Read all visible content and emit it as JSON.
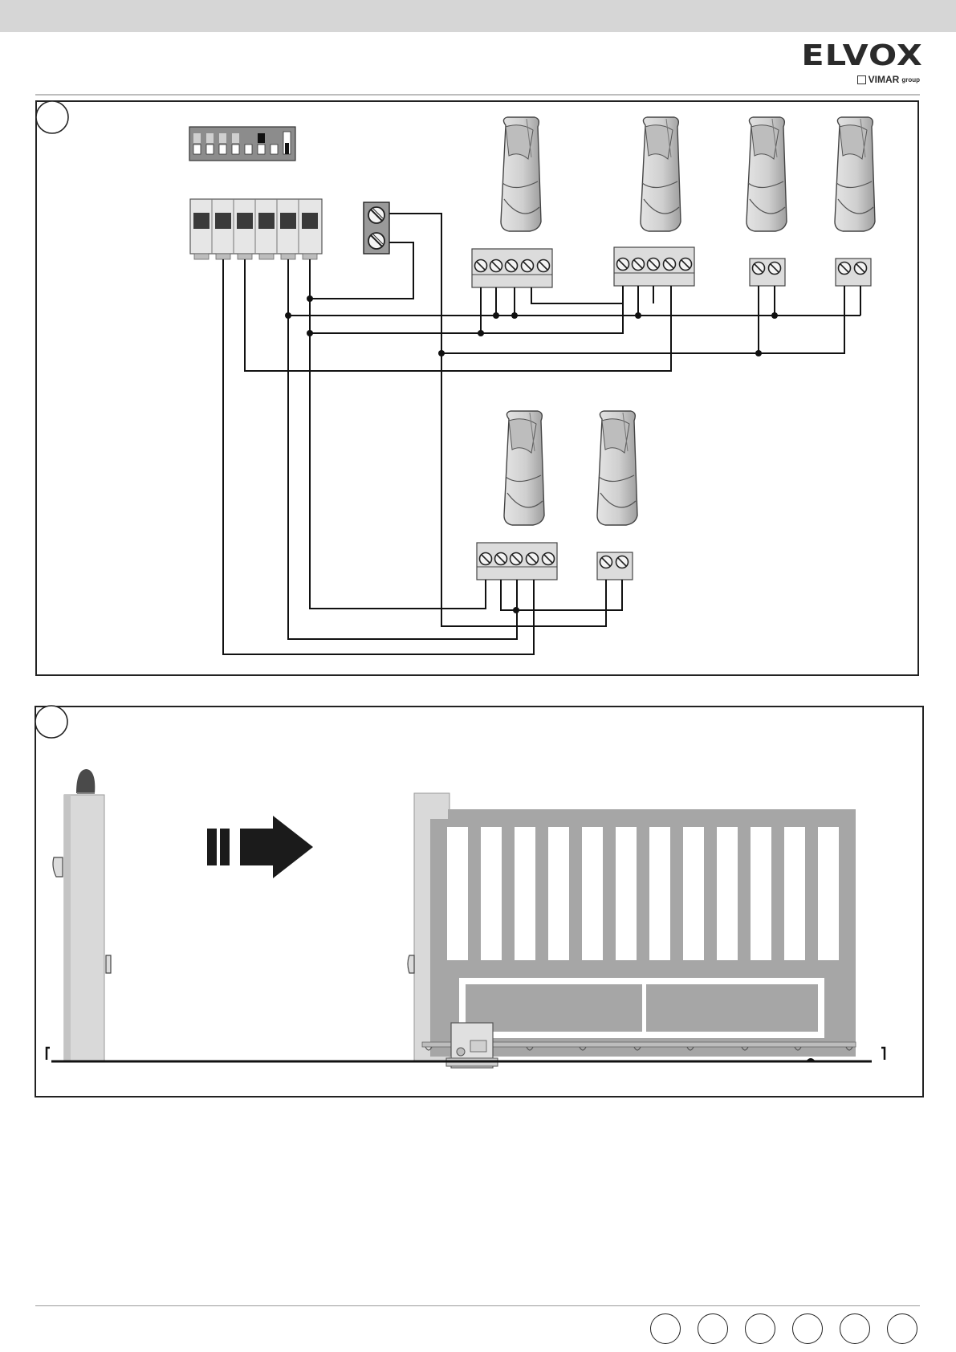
{
  "header": {
    "logo_text": "ELVOX",
    "sublogo_brand": "VIMAR",
    "sublogo_group": "group"
  },
  "figure1": {
    "dip_switch_positions": 8,
    "controller_terminals": 6,
    "photocell_count_upper": 4,
    "photocell_count_lower": 2,
    "wire_color": "#111111"
  },
  "figure2": {
    "gate_color": "#a6a6a6",
    "post_color": "#d9d9d9",
    "motion_direction": "right"
  },
  "footer": {
    "language_circle_count": 6
  }
}
